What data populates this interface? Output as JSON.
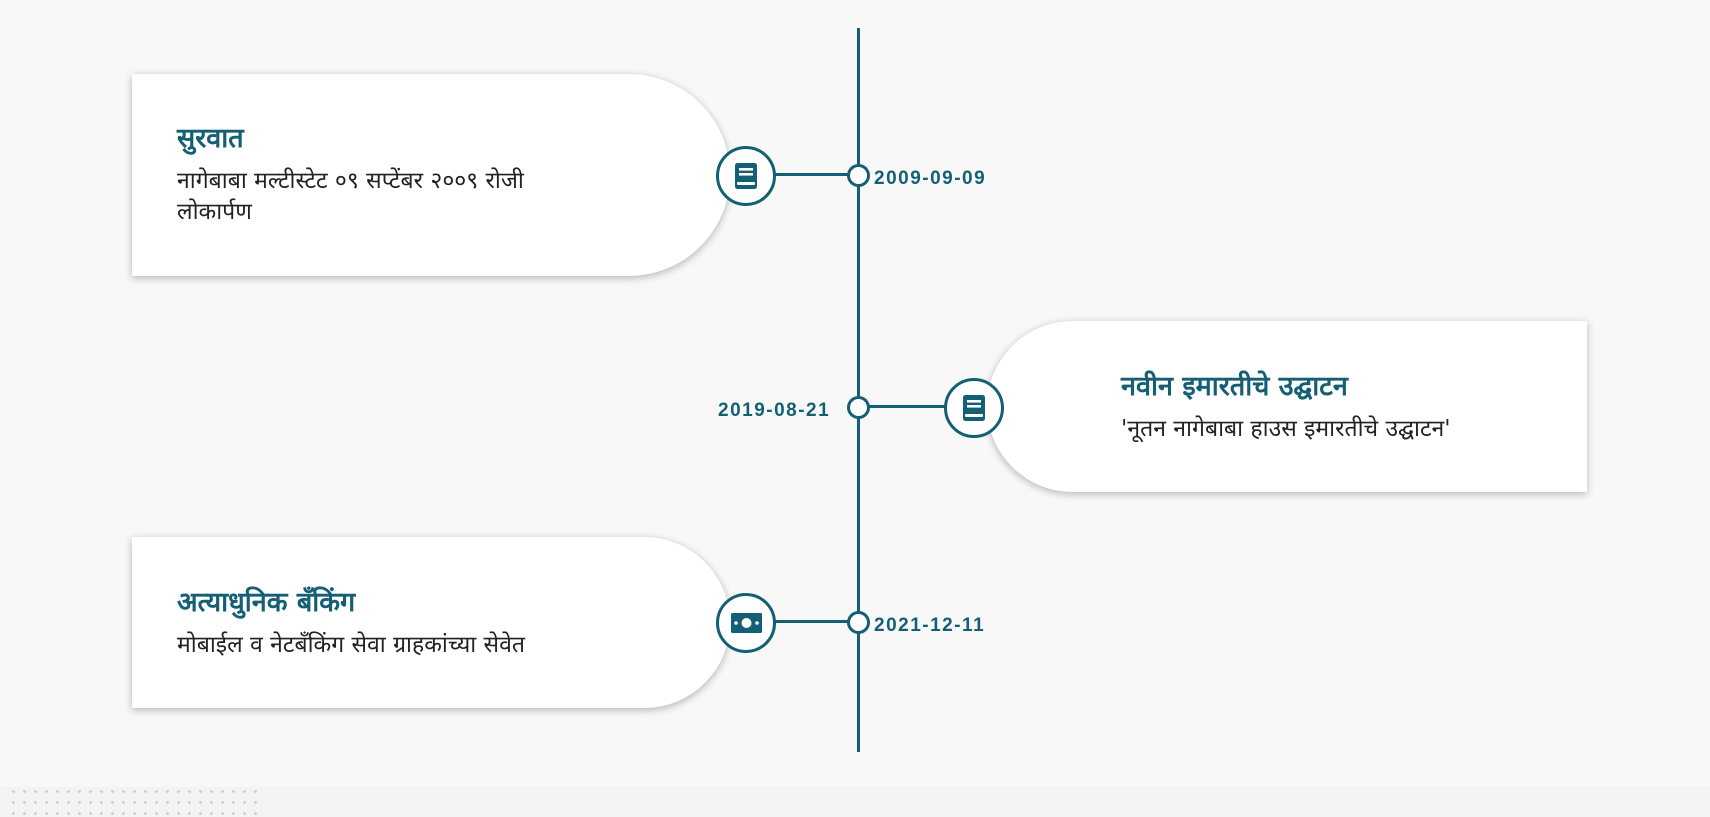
{
  "timeline": {
    "events": [
      {
        "title": "सुरवात",
        "description": "नागेबाबा मल्टीस्टेट ०९ सप्टेंबर २००९ रोजी लोकार्पण",
        "date": "2009-09-09",
        "icon": "book-icon"
      },
      {
        "title": "नवीन इमारतीचे उद्घाटन",
        "description": "'नूतन नागेबाबा हाउस इमारतीचे उद्घाटन'",
        "date": "2019-08-21",
        "icon": "book-icon"
      },
      {
        "title": "अत्याधुनिक बँकिंग",
        "description": "मोबाईल व नेटबँकिंग सेवा ग्राहकांच्या सेवेत",
        "date": "2021-12-11",
        "icon": "money-bill-icon"
      }
    ]
  },
  "colors": {
    "accent": "#135f75",
    "card_background": "#ffffff",
    "page_background": "#f8f8f8",
    "text": "#222222"
  }
}
